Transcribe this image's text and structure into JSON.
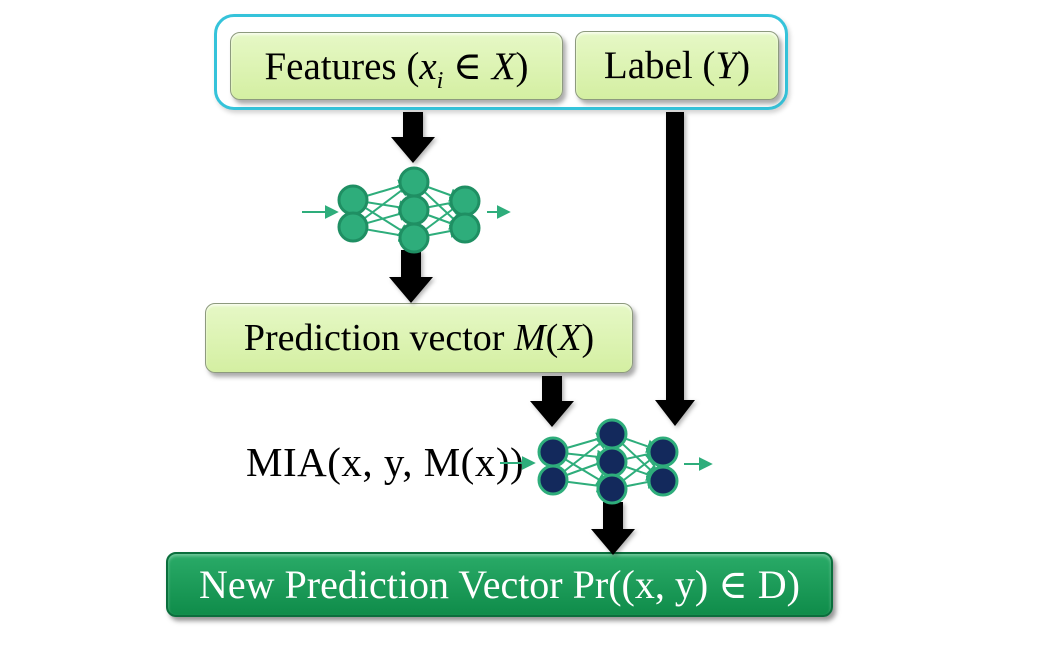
{
  "colors": {
    "container_border": "#35c3da",
    "light_box_fill": "#d9f2ab",
    "nn_green": "#2ead7b",
    "nn_green_stroke": "#1f8f63",
    "nn_navy": "#13295c",
    "result_box_fill": "#189a55",
    "arrow_black": "#000000",
    "text_black": "#000000",
    "text_white": "#ffffff"
  },
  "diagram": {
    "input_group": {
      "features": {
        "prefix": "Features (",
        "var": "x",
        "sub": "i",
        "elem": " ∈ ",
        "set": "X",
        "close": ")"
      },
      "label": {
        "prefix": "Label (",
        "var": "Y",
        "close": ")"
      }
    },
    "target_model": {
      "icon": "neural-network-icon"
    },
    "prediction": {
      "prefix": "Prediction vector ",
      "func": "M",
      "open": "(",
      "arg": "X",
      "close": ")"
    },
    "mia_label": "MIA(x, y, M(x))",
    "attack_model": {
      "icon": "neural-network-icon"
    },
    "output": {
      "text": "New Prediction Vector Pr((x, y) ∈ D)"
    }
  }
}
